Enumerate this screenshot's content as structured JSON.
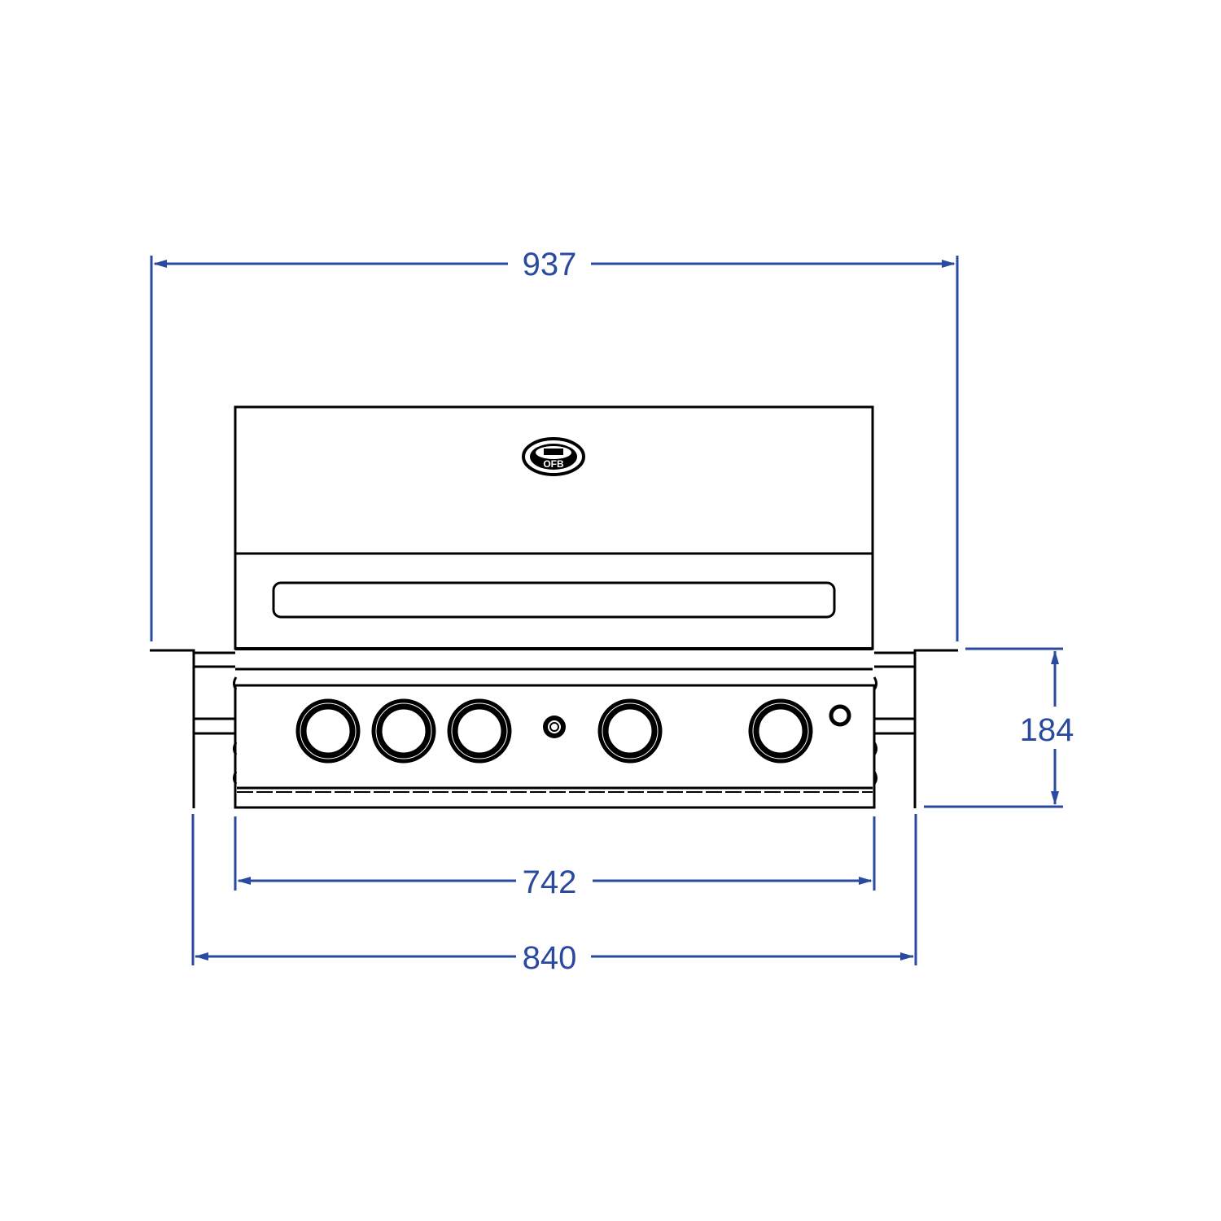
{
  "diagram": {
    "subject": "Built-in gas grill, front elevation",
    "units": "mm",
    "colors": {
      "dimension": "#2a4aa0",
      "outline": "#000000",
      "background": "#ffffff"
    },
    "dimensions": {
      "overall_width": {
        "label": "937"
      },
      "body_width": {
        "label": "742"
      },
      "frame_width": {
        "label": "840"
      },
      "front_height": {
        "label": "184"
      }
    },
    "components": {
      "lid": "lid",
      "logo": "logo-badge",
      "handle": "lid-handle",
      "control_panel": "control-panel",
      "knobs": [
        "burner-knob-1",
        "burner-knob-2",
        "burner-knob-3",
        "burner-knob-4",
        "burner-knob-5"
      ],
      "igniter": "igniter-button",
      "indicator": "indicator-light",
      "side_frames": [
        "left-frame",
        "right-frame"
      ]
    }
  }
}
